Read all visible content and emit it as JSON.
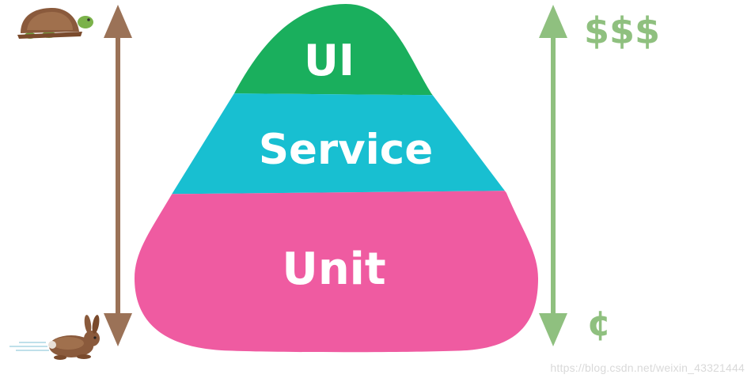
{
  "pyramid": {
    "layers": [
      {
        "label": "UI",
        "color": "#1aaf5d"
      },
      {
        "label": "Service",
        "color": "#18bfd1"
      },
      {
        "label": "Unit",
        "color": "#ef5ba1"
      }
    ],
    "label_color": "#ffffff"
  },
  "speed_axis": {
    "arrow_color": "#9b7257",
    "top_icon": "turtle-icon",
    "bottom_icon": "rabbit-icon"
  },
  "cost_axis": {
    "arrow_color": "#8fc07f",
    "top_label": "$$$",
    "bottom_label": "¢"
  },
  "watermark": "https://blog.csdn.net/weixin_43321444"
}
